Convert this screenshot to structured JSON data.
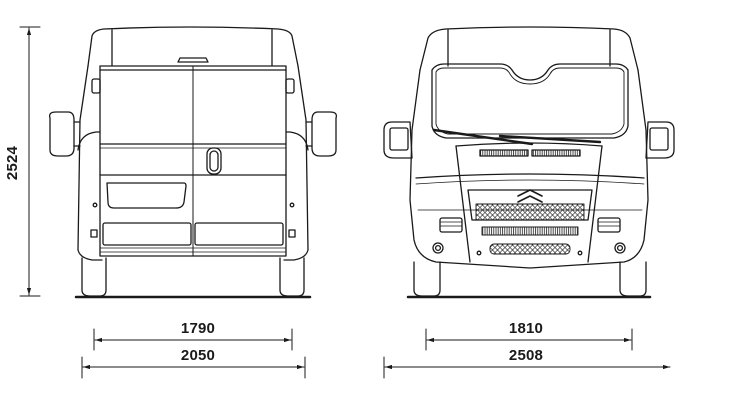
{
  "diagram": {
    "title": "Van rear and front view dimensions",
    "colors": {
      "line": "#1a1a1a",
      "background": "#ffffff"
    },
    "views": [
      {
        "name": "rear-view",
        "features": [
          "rear twin doors",
          "door handle",
          "number plate recess",
          "rear lamps",
          "side mirrors",
          "wheels"
        ]
      },
      {
        "name": "front-view",
        "features": [
          "windscreen",
          "wipers",
          "bonnet vents",
          "chevron logo grille",
          "mesh grille",
          "fog lamps",
          "side mirrors",
          "wheels"
        ]
      }
    ],
    "dimensions": {
      "height": "2524",
      "rear_track": "1790",
      "rear_width": "2050",
      "front_track": "1810",
      "front_width": "2508"
    }
  }
}
